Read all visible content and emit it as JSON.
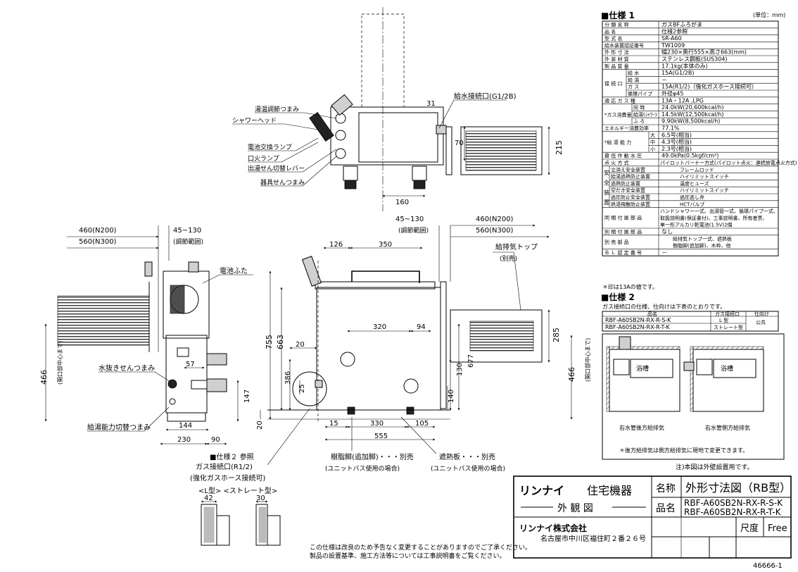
{
  "top_view": {
    "callouts": [
      "湯温調節つまみ",
      "シャワーヘッド",
      "電池交換ランプ",
      "口火ランプ",
      "出湯せん切替レバー",
      "器具せんつまみ"
    ],
    "water_inlet": "給水接続口(G1/2B)",
    "dims": {
      "d31": "31",
      "d70": "70",
      "d215": "215",
      "d160": "160"
    }
  },
  "side_view": {
    "dims": {
      "n200": "460(N200)",
      "n300": "560(N300)",
      "adj": "45~130",
      "adj_range": "(調節範囲)",
      "d466": "466",
      "center_note": "(開口部中心まで)",
      "d57": "57",
      "d147": "147",
      "d144": "144",
      "d230": "230",
      "d90": "90"
    },
    "labels": {
      "battery": "電池ふた",
      "drain": "水抜きせんつまみ",
      "capacity": "給湯能力切替つまみ"
    }
  },
  "front_view": {
    "dims": {
      "adj": "45~130",
      "adj_range": "(調節範囲)",
      "n200": "460(N200)",
      "n300": "560(N300)",
      "d126": "126",
      "d350": "350",
      "d755": "755",
      "d663": "663",
      "d386": "386",
      "d20a": "20",
      "d25": "25",
      "d20b": "20",
      "d320": "320",
      "d94": "94",
      "d130": "130",
      "d677": "677",
      "d140": "140",
      "d285": "285",
      "d466": "466",
      "center_note": "(開口部中心まで)",
      "d15": "15",
      "d330": "330",
      "d105": "105",
      "d555": "555"
    },
    "labels": {
      "flue": "給排気トップ",
      "flue_sep": "(別売)",
      "resin_leg": "樹脂脚(追加脚)・・・別売",
      "unit_bath1": "(ユニットバス使用の場合)",
      "heat_shield": "遮熱板・・・別売",
      "unit_bath2": "(ユニットバス使用の場合)"
    }
  },
  "gas_note": {
    "ref": "■仕様２ 参照",
    "line1": "ガス接続口(R1/2)",
    "line2": "(強化ガスホース接続可)",
    "types": "<L型> <ストレート型>",
    "d42": "42",
    "d30": "30"
  },
  "spec1": {
    "title": "■仕様 1",
    "unit": "(単位：ｍｍ)",
    "rows": [
      [
        "分 類 名 称",
        "ガスBFふろがま"
      ],
      [
        "品 名",
        "仕様2参照"
      ],
      [
        "型 式 名",
        "SR-A60"
      ],
      [
        "給水装置認証番号",
        "TW1009"
      ],
      [
        "外 形 寸 法",
        "幅230×奥行555×高さ663(mm)"
      ],
      [
        "外 装 材 質",
        "ステンレス鋼板(SUS304)"
      ],
      [
        "製 品 質 量",
        "17.1kg(本体のみ)"
      ]
    ],
    "conn_label": "接 続 口",
    "conn_rows": [
      [
        "給 水",
        "15A(G1/2B)"
      ],
      [
        "給 湯",
        "－"
      ],
      [
        "ガ ス",
        "15A(R1/2)（強化ガスホース接続可）"
      ],
      [
        "循環パイプ",
        "外径φ45"
      ]
    ],
    "gas_type": [
      "適 応 ガ ス 種",
      "13A・12A ,LPG"
    ],
    "consumption_label": "*ガス消費量",
    "consumption_rows": [
      [
        "同 時",
        "24.0kW(20,600kcal/h)"
      ],
      [
        "給湯(ｼｬﾜｰ)",
        "14.5kW(12,500kcal/h)"
      ],
      [
        "ふ ろ",
        "9.90kW(8,500kcal/h)"
      ]
    ],
    "efficiency": [
      "エネルギー消費効率",
      "77.1%"
    ],
    "supply_label": "*給 湯 能 力",
    "supply_rows": [
      [
        "大",
        "6.5号(相当)"
      ],
      [
        "中",
        "4.3号(相当)"
      ],
      [
        "小",
        "2.3号(相当)"
      ]
    ],
    "pressure": [
      "最 低 作 動 水 圧",
      "49.0kPa(0.5kgf/cm²)"
    ],
    "ignition": [
      "点 火 方 式",
      "パイロットバーナー方式(パイロット点火：連続放電点火方式)"
    ],
    "safety_label": "安全装置",
    "safety_rows": [
      [
        "立消え安全装置",
        "フレームロッド"
      ],
      [
        "給湯過熱防止装置",
        "ハイリミットスイッチ"
      ],
      [
        "過熱防止装置",
        "温度ヒューズ"
      ],
      [
        "空だき安全装置",
        "ハイリミットスイッチ"
      ],
      [
        "過圧防止安全装置",
        "過圧逃し弁"
      ],
      [
        "熱湯飛散防止装置",
        "HCTバルブ"
      ]
    ],
    "accessories": [
      "同 梱 付 属 部 品",
      "ハンドシャワー一式、出湯管一式、循環パイプ一式、",
      "取扱説明書(保証書付)、工事説明書、所有者票、",
      "単一形アルカリ乾電池(1.5V)2個"
    ],
    "sep_accessories": [
      "別 梱 付 属 部 品",
      "なし"
    ],
    "optional": [
      "別 売 部 品",
      "給排気トップ一式、遮熱板",
      "樹脂脚(追加脚)、木枠、他"
    ],
    "bl": [
      "Ｂ Ｌ 認 定 番 号",
      "－"
    ],
    "footnote": "＊印は13Aの値です。"
  },
  "spec2": {
    "title": "■仕様 2",
    "desc": "ガス接続口の仕様、仕向けは下表のとおりです。",
    "headers": [
      "品名",
      "ガス接続口",
      "仕向け"
    ],
    "rows": [
      [
        "RBF-A60SB2N-RX-R-S-K",
        "L 型"
      ],
      [
        "RBF-A60SB2N-RX-R-T-K",
        "ストレート型"
      ]
    ],
    "destination": "公共"
  },
  "install": {
    "left": "右水管後方給排気",
    "right": "右水管側方給排気",
    "tub": "浴槽",
    "note": "＊後方給排気は側方給排気に現地で変更できます。"
  },
  "note_outside": "注)本図は外壁設置用です。",
  "title_block": {
    "brand": "リンナイ",
    "brand_suffix": "住宅機器",
    "appearance": "外 観 図",
    "company": "リンナイ株式会社",
    "address": "名古屋市中川区福住町２番２６号",
    "name_label": "名称",
    "name_value": "外形寸法図（RB型）",
    "product_label": "品名",
    "product1": "RBF-A60SB2N-RX-R-S-K",
    "product2": "RBF-A60SB2N-RX-R-T-K",
    "scale_label": "尺度",
    "scale_value": "Free"
  },
  "bottom_note1": "この仕様は改良のため予告なく変更することがありますのでご了承ください。",
  "bottom_note2": "製品の設置基準、施工方法等については工事説明書をご覧ください。",
  "drawing_number": "46666-1"
}
